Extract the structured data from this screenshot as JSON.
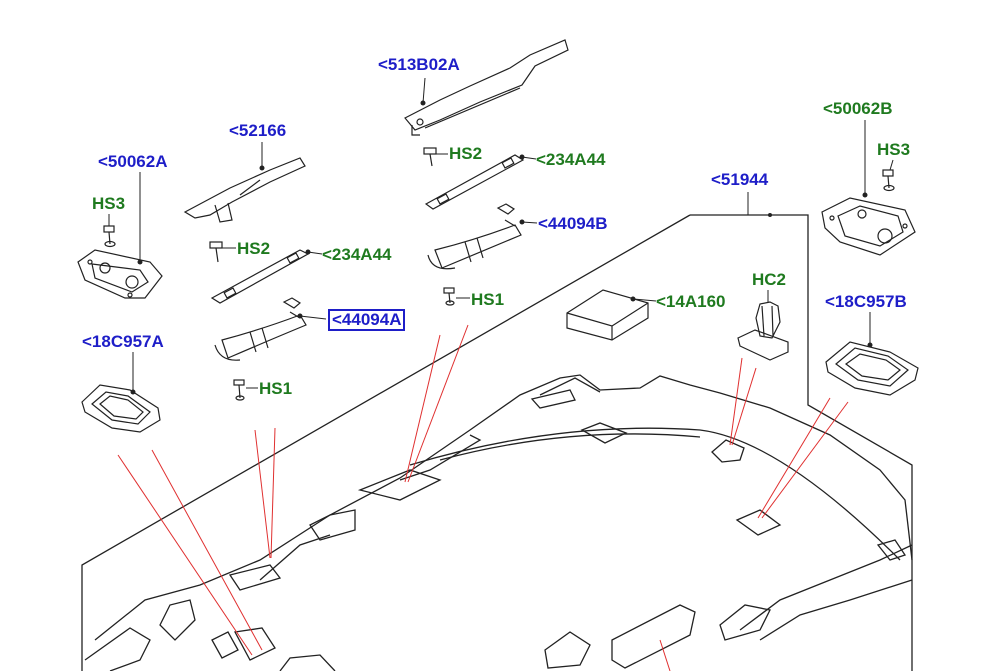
{
  "colors": {
    "link_blue": "#1e1ec8",
    "hardware_green": "#1f7a1f",
    "leader_red": "#e03030",
    "line": "#222222"
  },
  "labels": {
    "p513B02A": "<513B02A",
    "p52166": "<52166",
    "p50062A": "<50062A",
    "p50062B": "<50062B",
    "p51944": "<51944",
    "p18C957A": "<18C957A",
    "p18C957B": "<18C957B",
    "p44094A": "<44094A",
    "p44094B": "<44094B",
    "p234A44_left": "<234A44",
    "p234A44_right": "<234A44",
    "p14A160": "<14A160",
    "hs2_left": "HS2",
    "hs2_right": "HS2",
    "hs1_left": "HS1",
    "hs1_right": "HS1",
    "hs3_left": "HS3",
    "hs3_right": "HS3",
    "hc2": "HC2"
  },
  "selected_part": "<44094A"
}
